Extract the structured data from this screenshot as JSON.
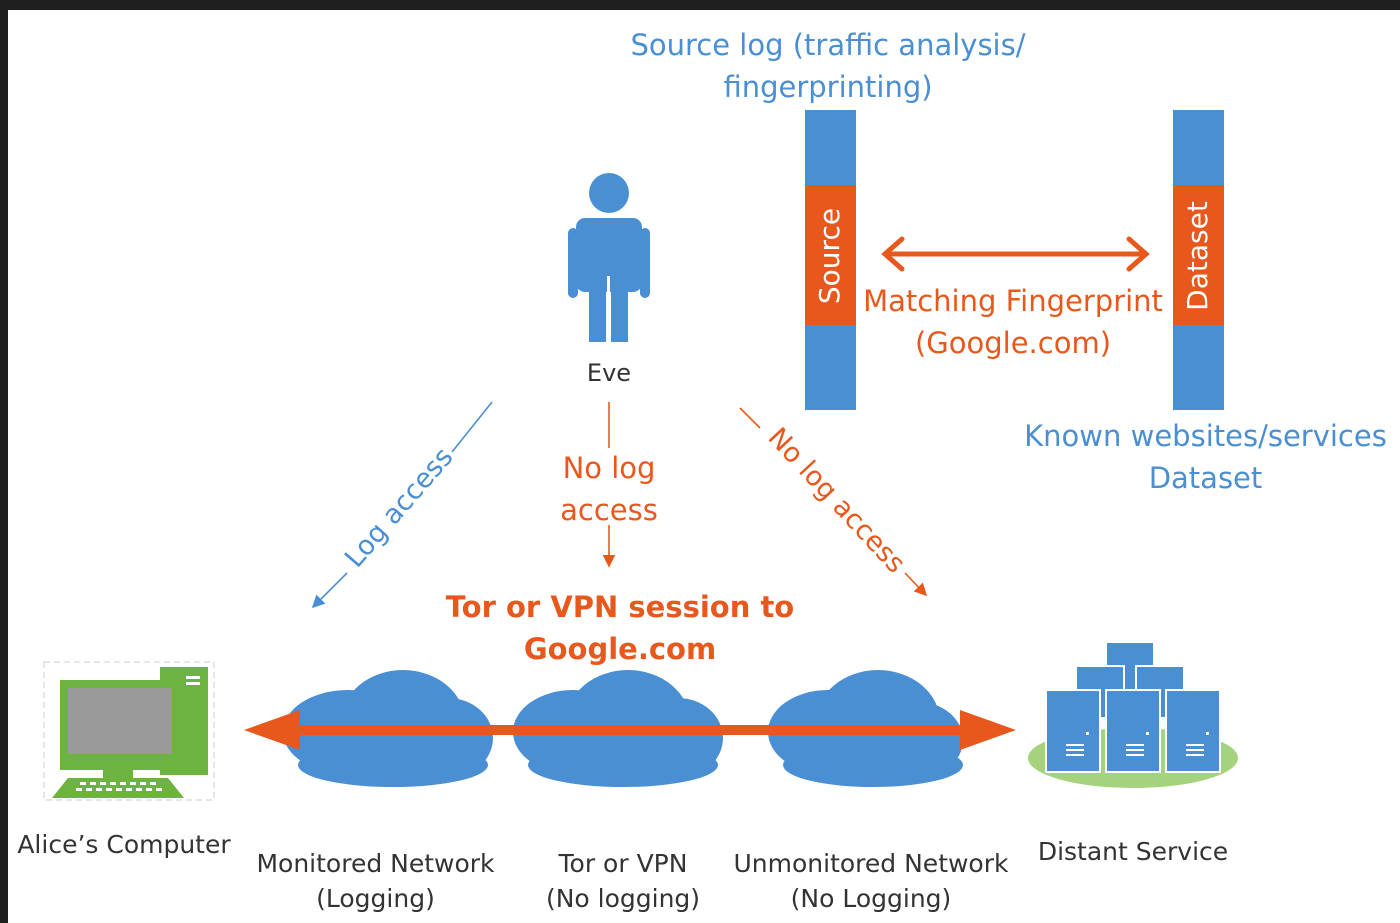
{
  "nodes": {
    "eve": "Eve",
    "alice": "Alice’s Computer",
    "monitored": [
      "Monitored Network",
      "(Logging)"
    ],
    "tor": [
      "Tor or VPN",
      "(No logging)"
    ],
    "unmonitored": [
      "Unmonitored Network",
      "(No Logging)"
    ],
    "distant": "Distant Service"
  },
  "labels": {
    "source_log": [
      "Source log (traffic analysis/",
      "fingerprinting)"
    ],
    "source_bar": "Source",
    "dataset_bar": "Dataset",
    "matching": [
      "Matching Fingerprint",
      "(Google.com)"
    ],
    "known": [
      "Known websites/services",
      "Dataset"
    ],
    "log_access": "Log access",
    "no_log_center": [
      "No log",
      "access"
    ],
    "no_log_right": "No log access",
    "session": [
      "Tor or VPN session to",
      "Google.com"
    ]
  },
  "colors": {
    "blue": "#4a8fd4",
    "orange": "#e8581c",
    "green": "#6db33f",
    "dark": "#333333"
  },
  "icons": [
    "person-icon",
    "computer-icon",
    "cloud-icon",
    "server-icon",
    "arrow-icon"
  ]
}
